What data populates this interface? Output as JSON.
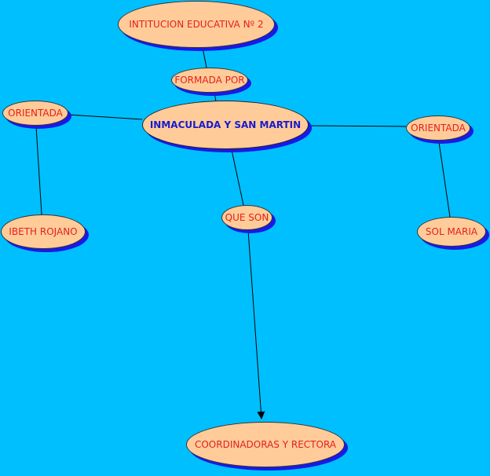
{
  "nodes": {
    "institucion": "INTITUCION EDUCATIVA Nº 2",
    "formada_por": "FORMADA POR",
    "inmaculada": "INMACULADA Y SAN MARTIN",
    "orientada_left": "ORIENTADA",
    "orientada_right": "ORIENTADA",
    "ibeth": "IBETH ROJANO",
    "sol_maria": "SOL MARIA",
    "que_son": "QUE SON",
    "coordinadoras": "COORDINADORAS Y RECTORA"
  },
  "colors": {
    "background": "#00BFFF",
    "node_fill": "#FFCC99",
    "node_shadow": "#1A1AE6",
    "link_text": "#E41E1E",
    "main_text": "#1A1ACC"
  }
}
